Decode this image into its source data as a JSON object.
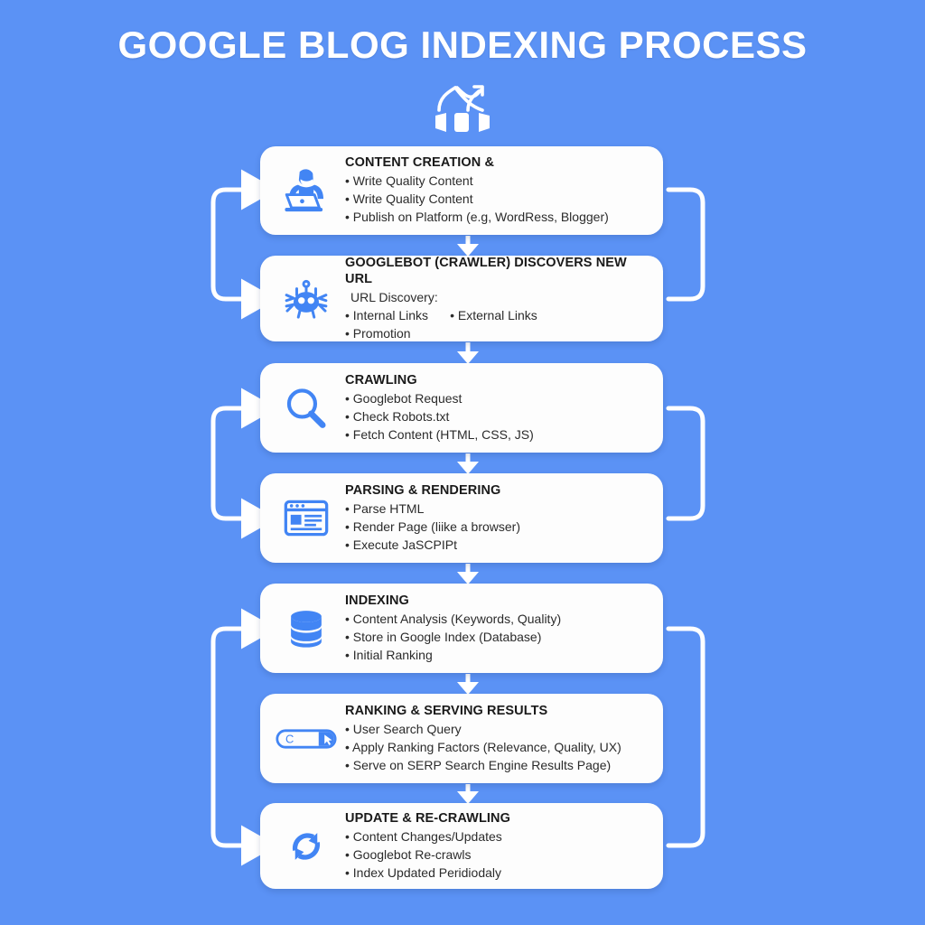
{
  "header": {
    "title": "GOOGLE BLOG INDEXING PROCESS",
    "hero_icon": "network-growth-icon"
  },
  "theme": {
    "background": "#5B92F5",
    "card_background": "#FDFDFD",
    "icon_blue": "#4285F4",
    "connector_white": "#FFFFFF",
    "title_text": "#FFFFFF",
    "card_title_text": "#1A1A1A",
    "card_body_text": "#2B2B2B"
  },
  "flow": {
    "steps": [
      {
        "id": "content-creation",
        "icon": "person-laptop-icon",
        "title": "CONTENT CREATION &",
        "lines": [
          "• Write Quality Content",
          "• Write Quality Content",
          "• Publish on Platform (e.g, WordRess, Blogger)"
        ]
      },
      {
        "id": "googlebot-discovery",
        "icon": "spider-bot-icon",
        "title": "GOOGLEBOT (CRAWLER) DISCOVERS NEW URL",
        "subhead": "URL Discovery:",
        "two_column": {
          "left": "• Internal Links",
          "right": "• External Links"
        },
        "lines": [
          "• Promotion"
        ]
      },
      {
        "id": "crawling",
        "icon": "magnifier-icon",
        "title": "CRAWLING",
        "lines": [
          "• Googlebot Request",
          "• Check Robots.txt",
          "• Fetch Content (HTML, CSS, JS)"
        ]
      },
      {
        "id": "parsing-rendering",
        "icon": "browser-window-icon",
        "title": "PARSING & RENDERING",
        "lines": [
          "• Parse HTML",
          "• Render Page (liike a browser)",
          "• Execute JaSCPIPt"
        ]
      },
      {
        "id": "indexing",
        "icon": "database-icon",
        "title": "INDEXING",
        "lines": [
          "• Content Analysis (Keywords, Quality)",
          "• Store in Google Index (Database)",
          "• Initial Ranking"
        ]
      },
      {
        "id": "ranking-serving",
        "icon": "search-bar-cursor-icon",
        "title": "RANKING & SERVING RESULTS",
        "lines": [
          "• User Search Query",
          "• Apply Ranking Factors (Relevance, Quality, UX)",
          "• Serve on SERP Search Engine Results Page)"
        ]
      },
      {
        "id": "update-recrawling",
        "icon": "refresh-cycle-icon",
        "title": "UPDATE & RE-CRAWLING",
        "lines": [
          "• Content Changes/Updates",
          "• Googlebot Re-crawls",
          "• Index Updated Peridiodaly"
        ]
      }
    ]
  }
}
